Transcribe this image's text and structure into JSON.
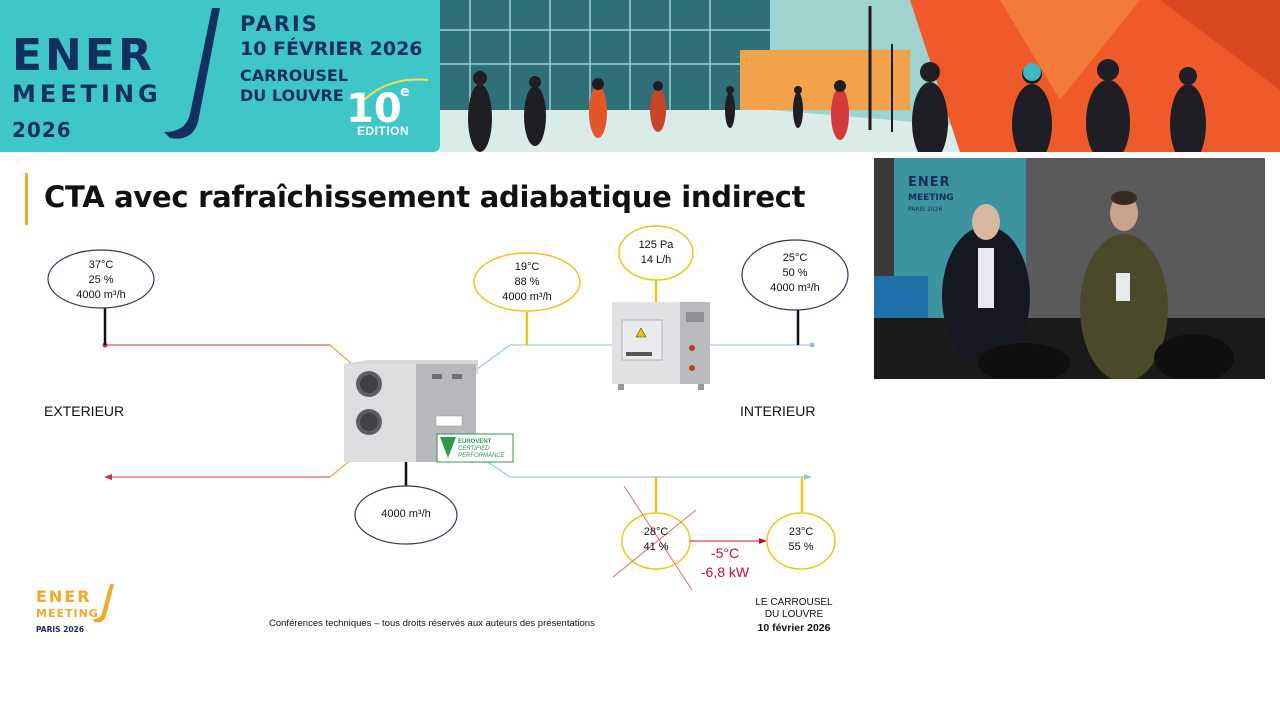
{
  "banner": {
    "brand_top": "ENER",
    "brand_bottom": "MEETING",
    "brand_year": "2026",
    "city": "PARIS",
    "date": "10 FÉVRIER 2026",
    "venue_line_1": "CARROUSEL",
    "venue_line_2": "DU LOUVRE",
    "edition_number": "10",
    "edition_suffix": "e",
    "edition_label": "EDITION",
    "colors": {
      "teal": "#3fc6c9",
      "navy": "#12305f",
      "orange": "#ef5a2a"
    }
  },
  "slide": {
    "title": "CTA avec rafraîchissement adiabatique indirect",
    "label_outside": "EXTERIEUR",
    "label_inside": "INTERIEUR",
    "bubbles": {
      "outdoor_air": [
        "37°C",
        "25 %",
        "4000 m³/h"
      ],
      "after_exchanger": [
        "19°C",
        "88 %",
        "4000 m³/h"
      ],
      "cooler": [
        "125 Pa",
        "14 L/h"
      ],
      "supply_air": [
        "25°C",
        "50 %",
        "4000 m³/h"
      ],
      "exhaust_flow": [
        "4000 m³/h"
      ],
      "extract_before": [
        "28°C",
        "41 %"
      ],
      "extract_after": [
        "23°C",
        "55 %"
      ]
    },
    "delta": [
      "-5°C",
      "-6,8 kW"
    ],
    "certification_badge": [
      "EUROVENT",
      "CERTIFIED",
      "PERFORMANCE"
    ],
    "colors": {
      "hot_line": "#d32f2f",
      "cool_line": "#8fbfe0",
      "orange_line": "#f2a640",
      "accent": "#f0a92b",
      "yellow_bubble": "#f0c419",
      "delta_red": "#c8102e"
    }
  },
  "footer": {
    "logo_top": "ENER",
    "logo_bottom": "MEETING",
    "logo_city": "PARIS 2026",
    "copyright": "Conférences techniques – tous droits réservés aux auteurs des présentations",
    "venue_line_1": "LE CARROUSEL",
    "venue_line_2": "DU LOUVRE",
    "date": "10 février 2026"
  },
  "camera": {
    "backdrop_top": "ENER",
    "backdrop_bottom": "MEETING",
    "backdrop_city": "PARIS 2026"
  }
}
